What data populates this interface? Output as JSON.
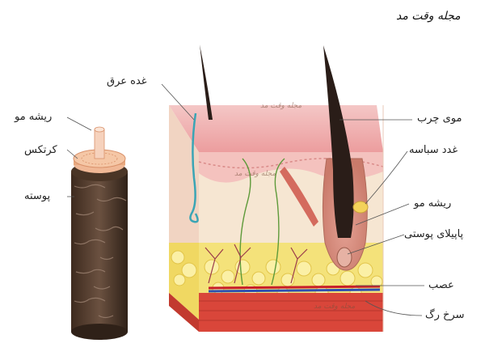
{
  "brand": "مجله وقت مد",
  "watermark": "مجله وقت مد",
  "labels": {
    "sweat_gland": "غده عرق",
    "hair_root_left": "ریشه مو",
    "cortex": "کرتکس",
    "skin_left": "پوسته",
    "hair_shaft": "موی چرب",
    "sebaceous_gland": "غدد سباسه",
    "hair_root_right": "ریشه مو",
    "dermal_papilla": "پاپیلای پوستی",
    "nerve": "عصب",
    "artery": "سرخ رگ"
  },
  "colors": {
    "epidermis": "#f2b7b6",
    "dermis": "#f6e6d2",
    "fat": "#f2dc62",
    "muscle": "#d9463a",
    "hair": "#2a1d18",
    "cuticle": "#5a4232"
  }
}
